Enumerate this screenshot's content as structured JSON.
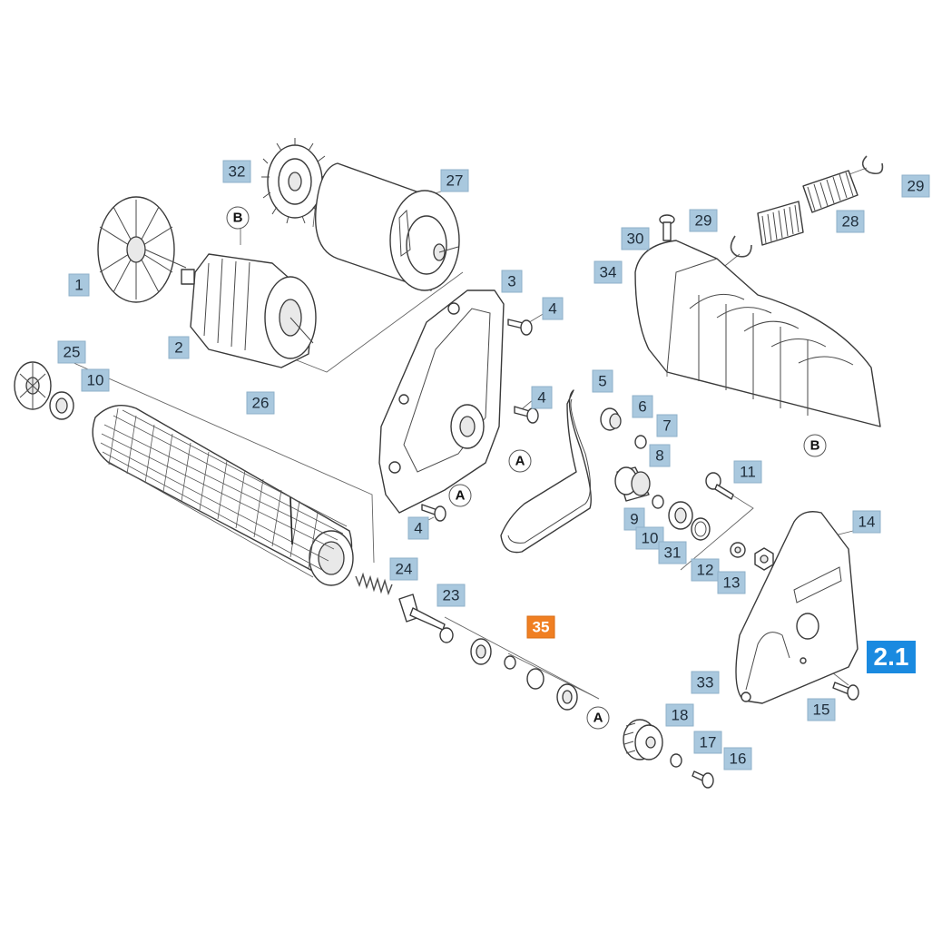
{
  "diagram": {
    "page_ref": "2.1",
    "highlight_color": "#f07f22",
    "label_color": "#a9c8de",
    "page_ref_color": "#1a8ae0",
    "callouts": {
      "fan_1": "1",
      "motor_2": "2",
      "gear_cover_3": "3",
      "screw_4_a": "4",
      "screw_4_b": "4",
      "screw_4_c": "4",
      "belt_5": "5",
      "pulley_6": "6",
      "ring_7": "7",
      "bushing_8": "8",
      "washer_9": "9",
      "bearing_10_a": "10",
      "bearing_10_b": "10",
      "bolt_11": "11",
      "washer_12": "12",
      "nut_13": "13",
      "side_cover_14": "14",
      "screw_15": "15",
      "screw_16": "16",
      "washer_17": "17",
      "roller_18": "18",
      "shaft_23": "23",
      "spring_24": "24",
      "end_cap_25": "25",
      "brush_26": "26",
      "motor_body_27": "27",
      "spring_28": "28",
      "clip_29_a": "29",
      "clip_29_b": "29",
      "screw_30": "30",
      "ring_31": "31",
      "fan_32": "32",
      "gasket_33": "33",
      "hood_34": "34",
      "kit_35": "35"
    },
    "reference_marks": {
      "b_top": "B",
      "b_hood": "B",
      "a_cover": "A",
      "a_lower": "A",
      "a_kit": "A"
    }
  }
}
